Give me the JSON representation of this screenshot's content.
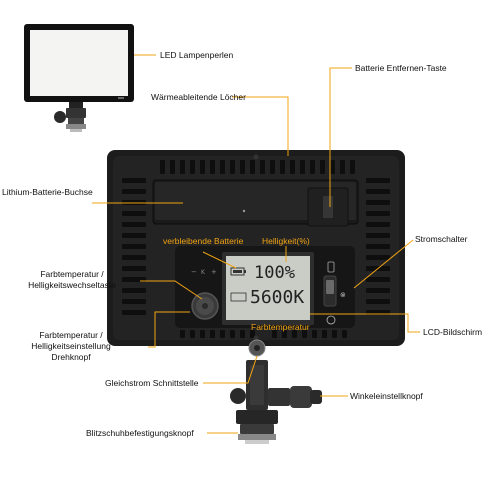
{
  "labels": {
    "led_lamp": "LED Lampenperlen",
    "battery_remove": "Batterie Entfernen-Taste",
    "heat_holes": "Wärmeableitende Löcher",
    "battery_socket": "Lithium-Batterie-Buchse",
    "power_switch": "Stromschalter",
    "color_temp_button_l1": "Farbtemperatur /",
    "color_temp_button_l2": "Helligkeitswechseltaste",
    "lcd_screen": "LCD-Bildschirm",
    "dial_l1": "Farbtemperatur /",
    "dial_l2": "Helligkeitseinstellung",
    "dial_l3": "Drehknopf",
    "dc_port": "Gleichstrom Schnittstelle",
    "angle_knob": "Winkeleinstellknopf",
    "hotshoe_knob": "Blitzschuhbefestigungsknopf"
  },
  "lcd": {
    "remaining_battery": "verbleibende Batterie",
    "brightness": "Helligkeit(%)",
    "color_temperature": "Farbtemperatur",
    "brightness_value": "100%",
    "color_temp_value": "5600K"
  },
  "colors": {
    "annotation": "#f2a413",
    "body": "#1e1e1e",
    "lcd": "#c9cdc6"
  }
}
